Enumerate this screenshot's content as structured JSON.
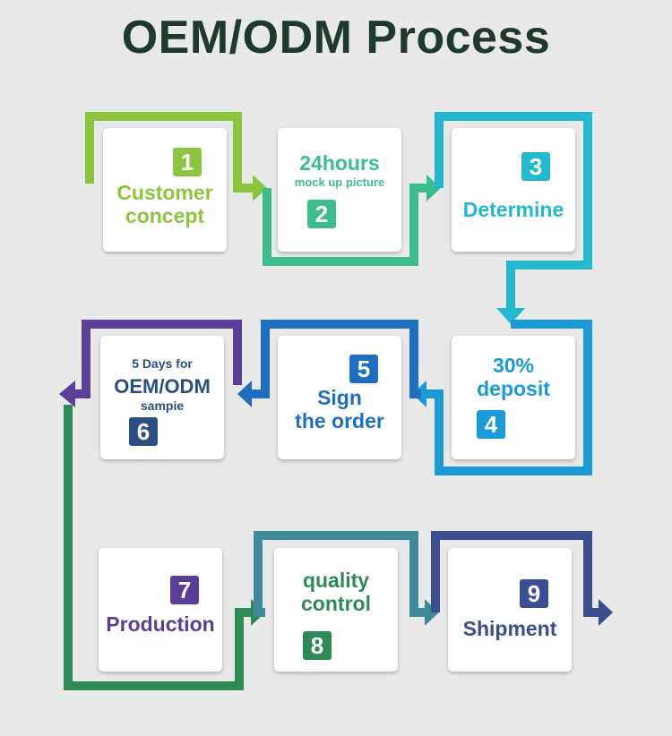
{
  "title": "OEM/ODM Process",
  "steps": [
    {
      "number": "1",
      "line1": "Customer",
      "line2": "concept",
      "color": "#8cc63f"
    },
    {
      "number": "2",
      "line1": "24hours",
      "line2": "mock up picture",
      "color": "#3cbd8e"
    },
    {
      "number": "3",
      "line1": "Determine",
      "color": "#22b8cf"
    },
    {
      "number": "4",
      "line1": "30%",
      "line2": "deposit",
      "color": "#1a9ad6"
    },
    {
      "number": "5",
      "line1": "Sign",
      "line2": "the order",
      "color": "#1e6fc0"
    },
    {
      "number": "6",
      "line0": "5 Days for",
      "line1": "OEM/ODM",
      "line2": "sampie",
      "color": "#2a4f80"
    },
    {
      "number": "7",
      "line1": "Production",
      "color": "#5b3e99"
    },
    {
      "number": "8",
      "line1": "quality",
      "line2": "control",
      "color": "#2e8a55"
    },
    {
      "number": "9",
      "line1": "Shipment",
      "color": "#3a4f8f"
    }
  ]
}
